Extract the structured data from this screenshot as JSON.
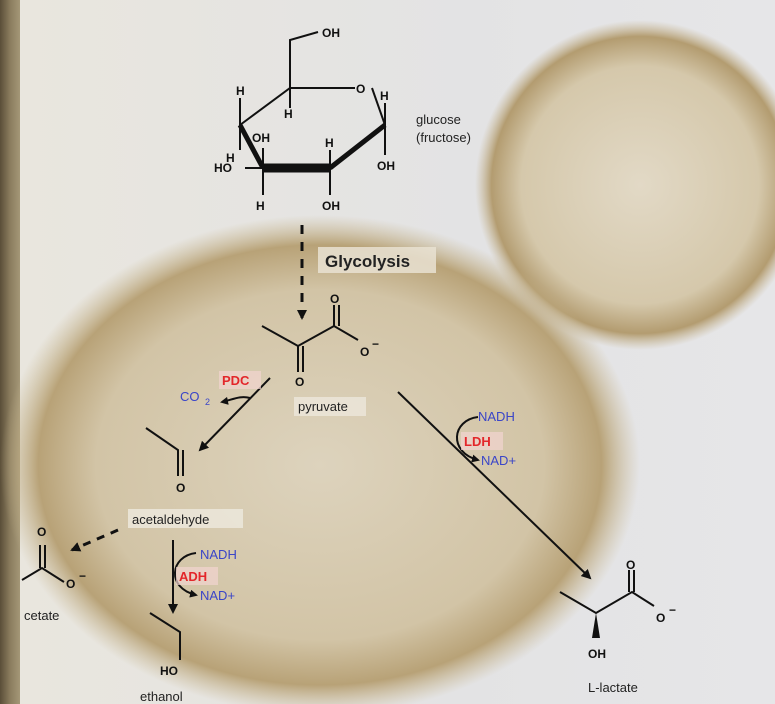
{
  "labels": {
    "glucose": "glucose",
    "fructose": "(fructose)",
    "glycolysis": "Glycolysis",
    "pyruvate": "pyruvate",
    "acetaldehyde": "acetaldehyde",
    "acetate": "cetate",
    "ethanol": "ethanol",
    "lactate": "L-lactate"
  },
  "enzymes": {
    "pdc": "PDC",
    "ldh": "LDH",
    "adh": "ADH"
  },
  "cofactors": {
    "co2": "CO",
    "co2_sub": "2",
    "nadh_ldh": "NADH",
    "nad_ldh": "NAD+",
    "nadh_adh": "NADH",
    "nad_adh": "NAD+"
  },
  "atoms": {
    "glucose_oh_top": "OH",
    "glucose_o_ring": "O",
    "glucose_h1": "H",
    "glucose_h2": "H",
    "glucose_h3": "H",
    "glucose_h4": "H",
    "glucose_h5": "H",
    "glucose_h6": "H",
    "glucose_oh1": "OH",
    "glucose_oh2": "OH",
    "glucose_oh3": "OH",
    "glucose_ho": "HO",
    "pyruvate_o_top": "O",
    "pyruvate_o_minus": "O",
    "pyruvate_minus": "−",
    "pyruvate_o_keto": "O",
    "acetaldehyde_o": "O",
    "acetate_o_top": "O",
    "acetate_o_minus": "O",
    "acetate_minus": "−",
    "ethanol_ho": "HO",
    "lactate_o_top": "O",
    "lactate_o_minus": "O",
    "lactate_minus": "−",
    "lactate_oh": "OH"
  },
  "colors": {
    "enzyme": "#e3262a",
    "cofactor": "#3a45c8",
    "cell": "#c8b48c",
    "background": "#e3e3e4"
  }
}
